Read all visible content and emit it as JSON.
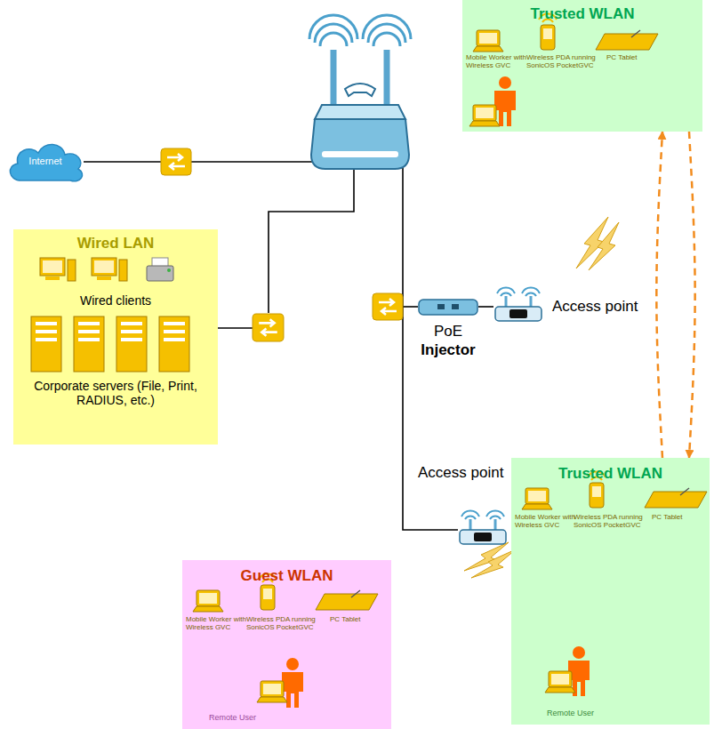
{
  "diagram": {
    "nodes": [
      {
        "text": [
          "Internet"
        ]
      },
      {
        "text": [
          "Wired LAN",
          "Wired clients",
          "Corporate servers (File, Print, RADIUS, etc.)"
        ]
      },
      {
        "text": [
          "Trusted WLAN",
          "Mobile Worker with Wireless GVC",
          "Wireless PDA running SonicOS PocketGVC",
          "PC Tablet"
        ]
      },
      {
        "text": [
          "Access point"
        ]
      },
      {
        "text": [
          "PoE",
          "Injector"
        ]
      },
      {
        "text": [
          "Access point"
        ]
      },
      {
        "text": [
          "Guest WLAN",
          "Mobile Worker with Wireless GVC",
          "Wireless PDA running SonicOS PocketGVC",
          "PC Tablet",
          "Remote User"
        ]
      },
      {
        "text": [
          "Trusted WLAN",
          "Mobile Worker with Wireless GVC",
          "Wireless PDA running SonicOS PocketGVC",
          "PC Tablet",
          "Remote User"
        ]
      }
    ],
    "edges": [
      {
        "from": 4,
        "to": 3,
        "arrow": "none"
      },
      {
        "from": 7,
        "to": 2,
        "arrow": "to"
      },
      {
        "from": 2,
        "to": 7,
        "arrow": "to"
      }
    ]
  }
}
